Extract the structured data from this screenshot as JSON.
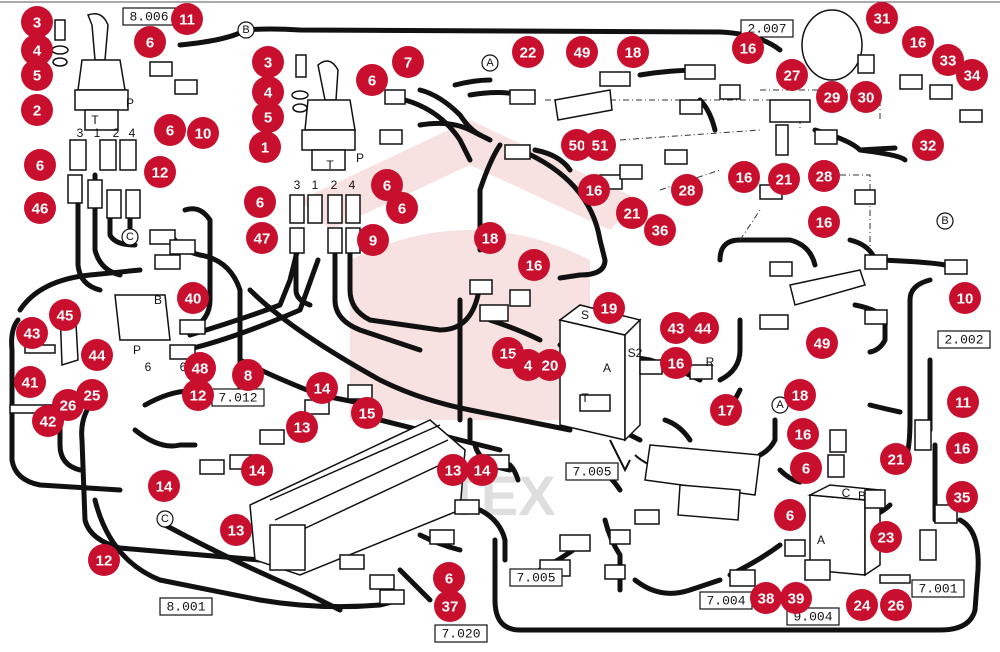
{
  "callouts": [
    "3",
    "11",
    "4",
    "6",
    "5",
    "2",
    "3",
    "7",
    "6",
    "4",
    "5",
    "6",
    "10",
    "1",
    "6",
    "6",
    "46",
    "12",
    "6",
    "6",
    "47",
    "9",
    "22",
    "49",
    "18",
    "16",
    "27",
    "31",
    "16",
    "33",
    "34",
    "29",
    "30",
    "32",
    "50",
    "51",
    "16",
    "28",
    "21",
    "36",
    "16",
    "21",
    "28",
    "16",
    "18",
    "16",
    "10",
    "40",
    "45",
    "43",
    "44",
    "41",
    "42",
    "25",
    "26",
    "19",
    "43",
    "44",
    "15",
    "4",
    "20",
    "16",
    "17",
    "8",
    "14",
    "12",
    "15",
    "13",
    "48",
    "14",
    "14",
    "13",
    "13",
    "14",
    "18",
    "16",
    "11",
    "16",
    "6",
    "21",
    "6",
    "23",
    "35",
    "12",
    "6",
    "37",
    "38",
    "39",
    "24",
    "26",
    "49"
  ],
  "references": [
    "8.006",
    "2.007",
    "7.012",
    "2.002",
    "7.005",
    "7.005",
    "8.001",
    "7.004",
    "9.004",
    "7.001",
    "7.020"
  ],
  "letter_markers": [
    "B",
    "A",
    "C",
    "B",
    "A",
    "C"
  ],
  "port_labels": [
    "3",
    "1",
    "2",
    "4",
    "P",
    "T",
    "3",
    "1",
    "2",
    "4",
    "P",
    "T",
    "S",
    "S2",
    "R",
    "A",
    "B",
    "C",
    "B",
    "A",
    "P",
    "T",
    "6",
    "6"
  ],
  "watermark": "IMTEX"
}
